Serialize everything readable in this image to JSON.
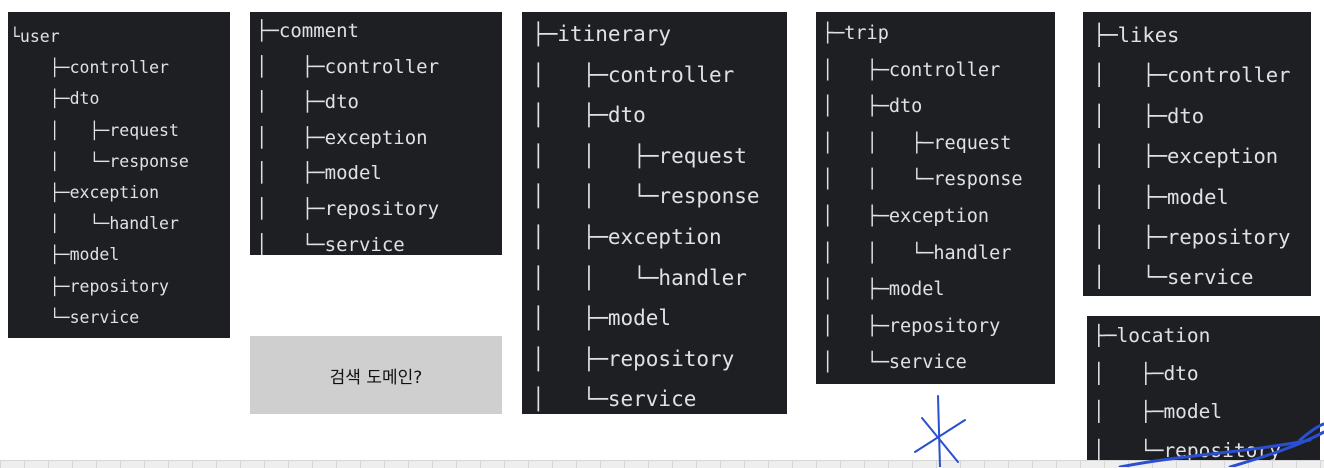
{
  "panels": [
    {
      "id": "user",
      "lines": [
        "└user",
        "    ├─controller",
        "    ├─dto",
        "    │   ├─request",
        "    │   └─response",
        "    ├─exception",
        "    │   └─handler",
        "    ├─model",
        "    ├─repository",
        "    └─service"
      ]
    },
    {
      "id": "comment",
      "lines": [
        "├─comment",
        "│   ├─controller",
        "│   ├─dto",
        "│   ├─exception",
        "│   ├─model",
        "│   ├─repository",
        "│   └─service"
      ]
    },
    {
      "id": "itinerary",
      "lines": [
        "├─itinerary",
        "│   ├─controller",
        "│   ├─dto",
        "│   │   ├─request",
        "│   │   └─response",
        "│   ├─exception",
        "│   │   └─handler",
        "│   ├─model",
        "│   ├─repository",
        "│   └─service"
      ]
    },
    {
      "id": "trip",
      "lines": [
        "├─trip",
        "│   ├─controller",
        "│   ├─dto",
        "│   │   ├─request",
        "│   │   └─response",
        "│   ├─exception",
        "│   │   └─handler",
        "│   ├─model",
        "│   ├─repository",
        "│   └─service"
      ]
    },
    {
      "id": "likes",
      "lines": [
        "├─likes",
        "│   ├─controller",
        "│   ├─dto",
        "│   ├─exception",
        "│   ├─model",
        "│   ├─repository",
        "│   └─service"
      ]
    },
    {
      "id": "location",
      "lines": [
        "├─location",
        "│   ├─dto",
        "│   ├─model",
        "│   └─repository"
      ]
    }
  ],
  "note": {
    "text": "검색 도메인?"
  },
  "colors": {
    "panel_bg": "#1e1f22",
    "text": "#dfe1e5",
    "note_bg": "#cfcfcf",
    "ink": "#2a4fd1"
  }
}
